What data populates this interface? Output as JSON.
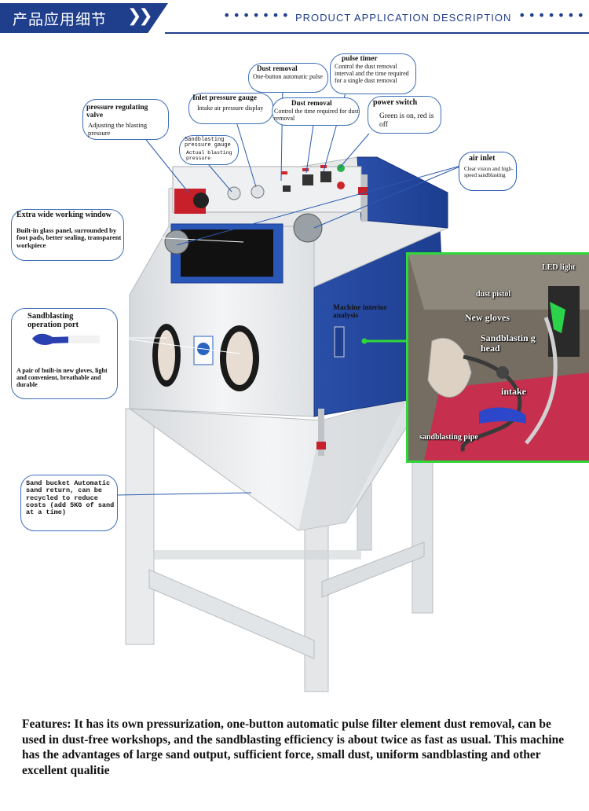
{
  "header": {
    "title_cn": "产品应用细节",
    "arrows": "❯❯",
    "subtitle": "PRODUCT APPLICATION DESCRIPTION",
    "dots_left": "•••••••",
    "dots_right": "•••••••"
  },
  "callouts": {
    "dust_removal_pulse": {
      "title": "Dust removal",
      "desc": "One-button automatic pulse"
    },
    "pulse_timer": {
      "title": "pulse timer",
      "desc": "Control the dust removal interval and the time required for a single dust removal"
    },
    "inlet_pressure": {
      "title": "Inlet pressure gauge",
      "desc": "Intake air pressure display"
    },
    "dust_removal_time": {
      "title": "Dust removal",
      "desc": "Control the time required for dust removal"
    },
    "power_switch": {
      "title": "power switch",
      "desc": "Green is on, red is off"
    },
    "pressure_valve": {
      "title": "pressure regulating valve",
      "desc": "Adjusting the blasting pressure"
    },
    "blasting_gauge": {
      "title": "Sandblasting pressure gauge",
      "desc": "Actual blasting pressure"
    },
    "air_inlet": {
      "title": "air inlet",
      "desc": "Clear vision and high-speed sandblasting"
    },
    "window": {
      "title": "Extra wide working window",
      "desc": "Built-in glass panel, surrounded by foot pads, better sealing, transparent workpiece"
    },
    "operation_port": {
      "title": "Sandblasting operation port",
      "desc": "A pair of built-in new gloves, light and convenient, breathable and durable"
    },
    "interior": {
      "title": "Machine interior analysis"
    },
    "sand_bucket": {
      "desc": "Sand bucket Automatic sand return, can be recycled to reduce costs (add 5KG of sand at a time)"
    }
  },
  "inset_labels": {
    "led": "LED light",
    "pistol": "dust pistol",
    "gloves": "New gloves",
    "head": "Sandblastin g head",
    "intake": "intake",
    "pipe": "sandblasting pipe"
  },
  "features": "Features: It has its own pressurization, one-button automatic pulse filter element dust removal, can be used in dust-free workshops, and the sandblasting efficiency is about twice as fast as usual. This machine has the advantages of large sand output, sufficient force, small dust, uniform sandblasting and other excellent qualitie",
  "colors": {
    "brand_blue": "#1f3e8c",
    "panel_blue": "#2c56b0",
    "inset_border": "#2fd83a",
    "callout_border": "#3d6fb8"
  }
}
